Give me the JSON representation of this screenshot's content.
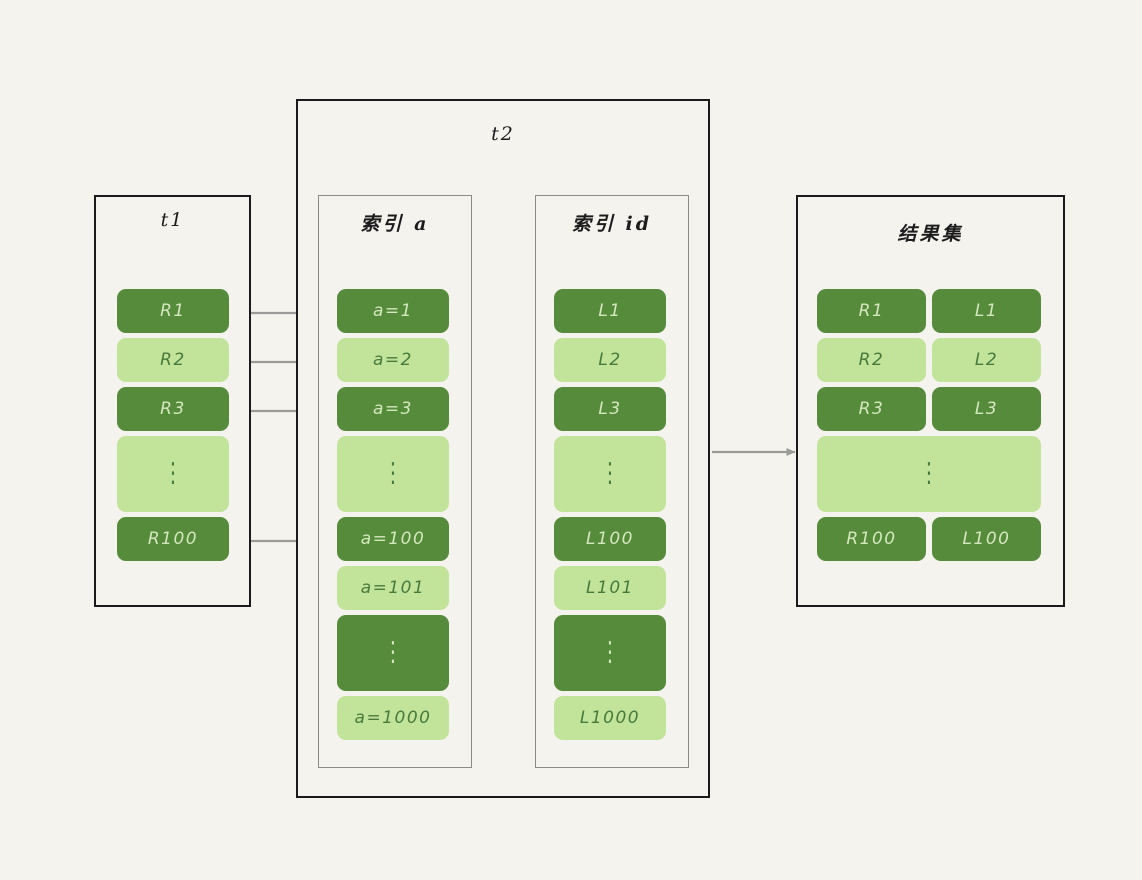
{
  "diagram": {
    "background_color": "#f5f3ee",
    "dark_green": "#558b3a",
    "light_green": "#c2e39a",
    "wire_color": "#9a9a98",
    "ellipsis_glyph": "⋮"
  },
  "boxes": {
    "t1": {
      "title": "t1"
    },
    "t2": {
      "title": "t2"
    },
    "index_a": {
      "title": "索引 a"
    },
    "index_id": {
      "title": "索引 id"
    },
    "result_set": {
      "title": "结果集"
    }
  },
  "t1_rows": [
    {
      "label": "R1",
      "shade": "dark"
    },
    {
      "label": "R2",
      "shade": "light"
    },
    {
      "label": "R3",
      "shade": "dark"
    },
    {
      "label": "⋮",
      "shade": "light",
      "ellipsis": true
    },
    {
      "label": "R100",
      "shade": "dark"
    }
  ],
  "index_a_rows": [
    {
      "label": "a=1",
      "shade": "dark"
    },
    {
      "label": "a=2",
      "shade": "light"
    },
    {
      "label": "a=3",
      "shade": "dark"
    },
    {
      "label": "⋮",
      "shade": "light",
      "ellipsis": true
    },
    {
      "label": "a=100",
      "shade": "dark"
    },
    {
      "label": "a=101",
      "shade": "light"
    },
    {
      "label": "⋮",
      "shade": "dark",
      "ellipsis": true
    },
    {
      "label": "a=1000",
      "shade": "light"
    }
  ],
  "index_id_rows": [
    {
      "label": "L1",
      "shade": "dark"
    },
    {
      "label": "L2",
      "shade": "light"
    },
    {
      "label": "L3",
      "shade": "dark"
    },
    {
      "label": "⋮",
      "shade": "light",
      "ellipsis": true
    },
    {
      "label": "L100",
      "shade": "dark"
    },
    {
      "label": "L101",
      "shade": "light"
    },
    {
      "label": "⋮",
      "shade": "dark",
      "ellipsis": true
    },
    {
      "label": "L1000",
      "shade": "light"
    }
  ],
  "result_rows": [
    {
      "left": "R1",
      "right": "L1",
      "shade": "dark"
    },
    {
      "left": "R2",
      "right": "L2",
      "shade": "light"
    },
    {
      "left": "R3",
      "right": "L3",
      "shade": "dark"
    },
    {
      "left": "⋮",
      "right": "",
      "shade": "light",
      "ellipsis": true,
      "span": true
    },
    {
      "left": "R100",
      "right": "L100",
      "shade": "dark"
    }
  ]
}
